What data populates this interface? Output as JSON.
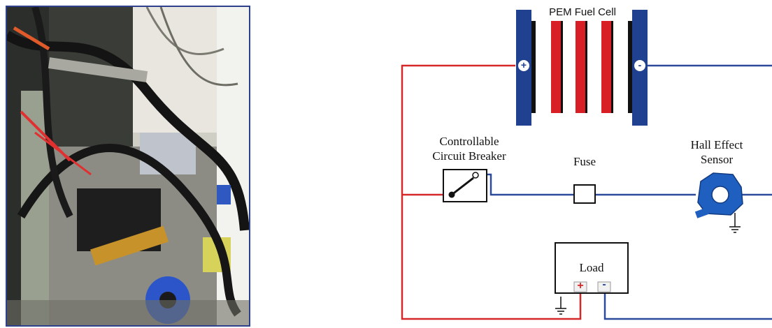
{
  "diagram": {
    "fuel_cell_label": "PEM Fuel Cell",
    "positive_terminal": "+",
    "negative_terminal": "-",
    "breaker_label_line1": "Controllable",
    "breaker_label_line2": "Circuit Breaker",
    "fuse_label": "Fuse",
    "sensor_label_line1": "Hall Effect",
    "sensor_label_line2": "Sensor",
    "load_label": "Load",
    "load_plus": "+",
    "load_minus": "-",
    "colors": {
      "positive_wire": "#d62828",
      "negative_wire": "#2c4a9c",
      "end_plate": "#20418f",
      "membrane_red": "#d81f26",
      "membrane_black": "#111111",
      "sensor_body": "#1f5fbf"
    }
  },
  "photo": {
    "description_icon": "photo-of-test-bench-icon"
  }
}
